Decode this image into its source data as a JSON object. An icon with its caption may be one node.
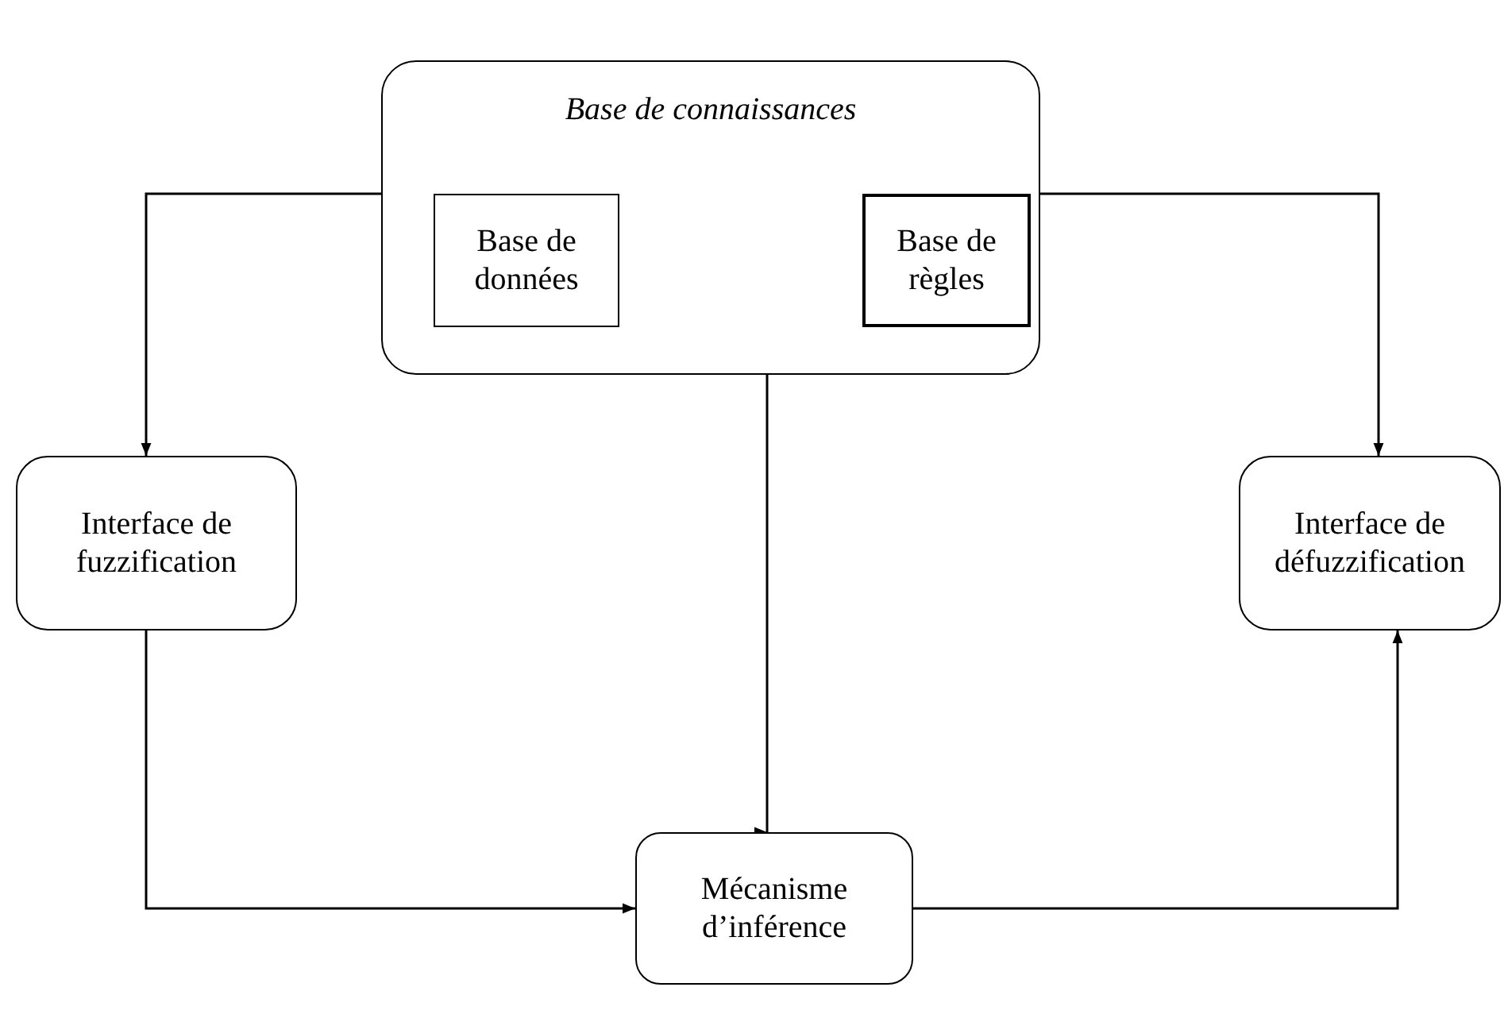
{
  "diagram": {
    "nodes": [
      {
        "text": [
          "Base de connaissances"
        ]
      },
      {
        "text": [
          "Base de données"
        ],
        "in": 0
      },
      {
        "text": [
          "Base de règles"
        ],
        "in": 0
      },
      {
        "text": [
          "Interface de fuzzification"
        ]
      },
      {
        "text": [
          "Interface de défuzzification"
        ]
      },
      {
        "text": [
          "Mécanisme d’inférence"
        ]
      }
    ],
    "edges": [
      {
        "from": 0,
        "to": 3,
        "arrow": "to"
      },
      {
        "from": 0,
        "to": 4,
        "arrow": "to"
      },
      {
        "from": 0,
        "to": 5,
        "arrow": "to"
      },
      {
        "from": 3,
        "to": 5,
        "arrow": "to"
      },
      {
        "from": 5,
        "to": 4,
        "arrow": "to"
      }
    ]
  }
}
